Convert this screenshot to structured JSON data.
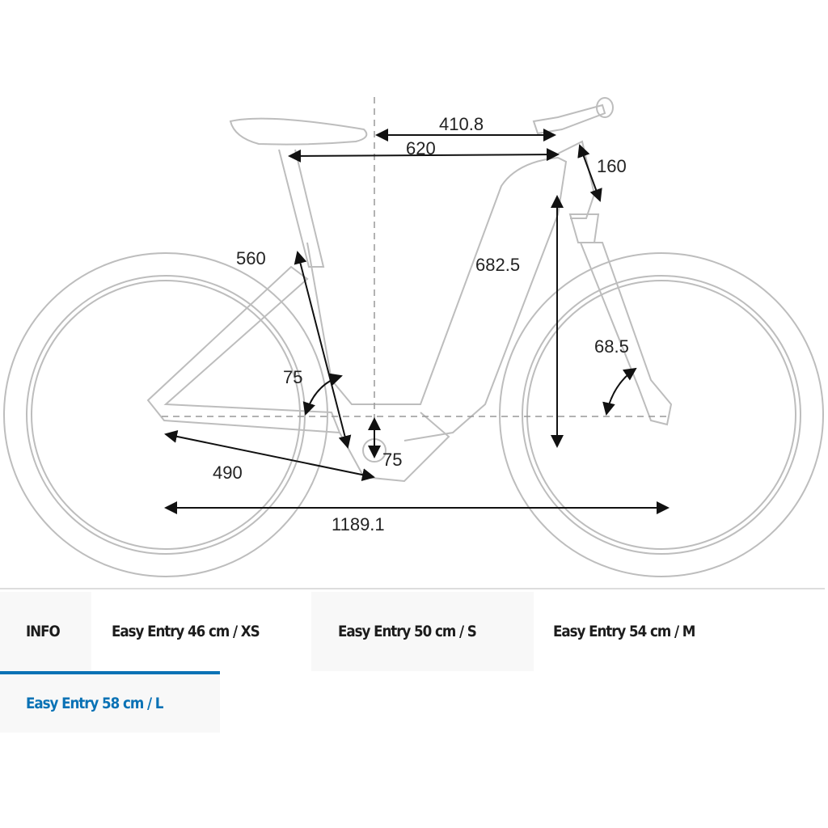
{
  "diagram": {
    "dimensions": {
      "reach": "410.8",
      "top_tube": "620",
      "head_tube": "160",
      "seat_tube": "560",
      "stack": "682.5",
      "seat_angle": "75",
      "head_angle": "68.5",
      "bb_drop": "75",
      "chainstay": "490",
      "wheelbase": "1189.1"
    },
    "colors": {
      "frame": "#bdbdbd",
      "dimension": "#111111"
    }
  },
  "tabs": [
    {
      "label": "INFO"
    },
    {
      "label": "Easy Entry 46 cm / XS"
    },
    {
      "label": "Easy Entry 50 cm / S"
    },
    {
      "label": "Easy Entry 54 cm / M"
    },
    {
      "label": "Easy Entry 58 cm / L",
      "active": true
    }
  ],
  "accent": "#0a72b5"
}
